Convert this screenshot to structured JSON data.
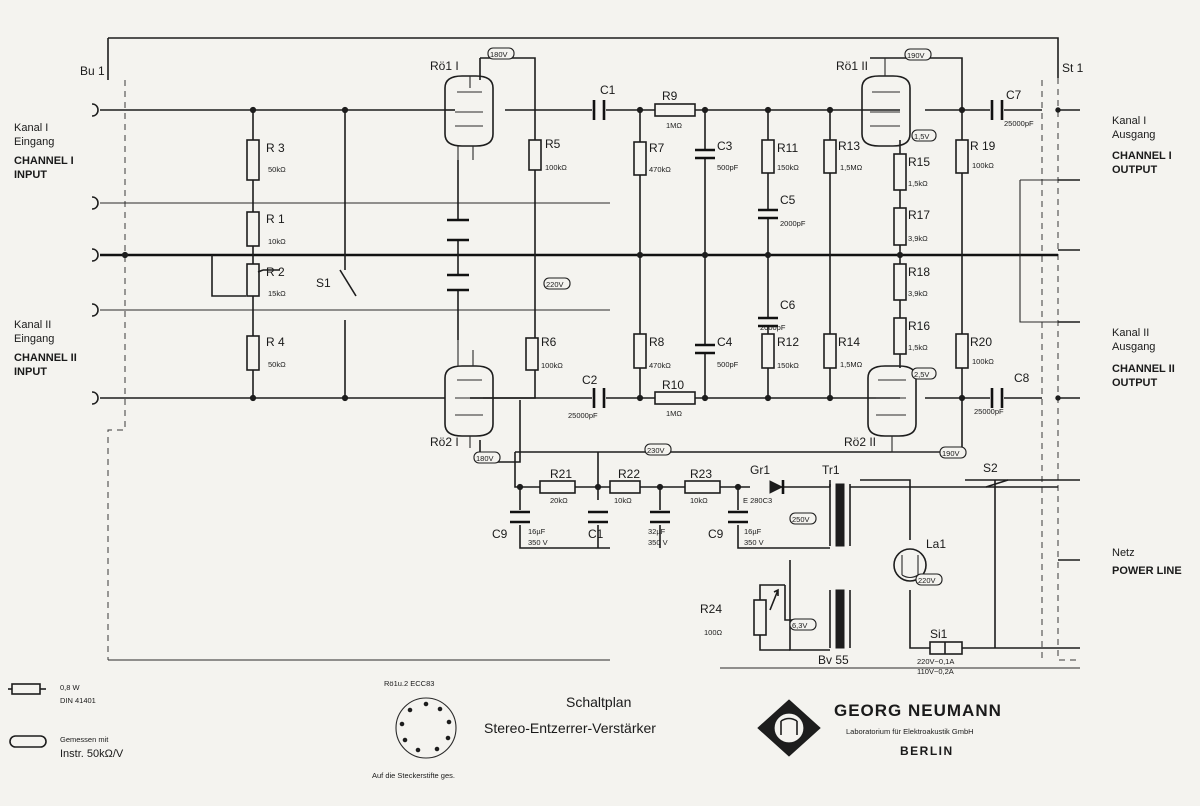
{
  "titles": {
    "schaltplan": "Schaltplan",
    "device": "Stereo-Entzerrer-Verstärker"
  },
  "company": {
    "name": "GEORG NEUMANN",
    "subtitle": "Laboratorium für Elektroakustik GmbH",
    "city": "BERLIN"
  },
  "connectors": {
    "input": "Bu 1",
    "output": "St 1"
  },
  "channels": {
    "ch1_in": [
      "Kanal I",
      "Eingang",
      "CHANNEL I",
      "INPUT"
    ],
    "ch2_in": [
      "Kanal II",
      "Eingang",
      "CHANNEL II",
      "INPUT"
    ],
    "ch1_out": [
      "Kanal I",
      "Ausgang",
      "CHANNEL I",
      "OUTPUT"
    ],
    "ch2_out": [
      "Kanal II",
      "Ausgang",
      "CHANNEL II",
      "OUTPUT"
    ],
    "mains": [
      "Netz",
      "POWER LINE"
    ]
  },
  "tubes": {
    "ro1_1": "Rö1 I",
    "ro1_2": "Rö1 II",
    "ro2_1": "Rö2 I",
    "ro2_2": "Rö2 II",
    "tube_type": "Rö1u.2  ECC83",
    "pin_note": "Auf die Steckerstifte ges."
  },
  "components": {
    "R1": {
      "label": "R 1",
      "value": "10kΩ"
    },
    "R2": {
      "label": "R 2",
      "value": "15kΩ"
    },
    "R3": {
      "label": "R 3",
      "value": "50kΩ"
    },
    "R4": {
      "label": "R 4",
      "value": "50kΩ"
    },
    "R5": {
      "label": "R5",
      "value": "100kΩ"
    },
    "R6": {
      "label": "R6",
      "value": "100kΩ"
    },
    "R7": {
      "label": "R7",
      "value": "470kΩ"
    },
    "R8": {
      "label": "R8",
      "value": "470kΩ"
    },
    "R9": {
      "label": "R9",
      "value": "1MΩ"
    },
    "R10": {
      "label": "R10",
      "value": "1MΩ"
    },
    "R11": {
      "label": "R11",
      "value": "150kΩ"
    },
    "R12": {
      "label": "R12",
      "value": "150kΩ"
    },
    "R13": {
      "label": "R13",
      "value": "1,5MΩ"
    },
    "R14": {
      "label": "R14",
      "value": "1,5MΩ"
    },
    "R15": {
      "label": "R15",
      "value": "1,5kΩ"
    },
    "R16": {
      "label": "R16",
      "value": "1,5kΩ"
    },
    "R17": {
      "label": "R17",
      "value": "3,9kΩ"
    },
    "R18": {
      "label": "R18",
      "value": "3,9kΩ"
    },
    "R19": {
      "label": "R 19",
      "value": "100kΩ"
    },
    "R20": {
      "label": "R20",
      "value": "100kΩ"
    },
    "R21": {
      "label": "R21",
      "value": "20kΩ"
    },
    "R22": {
      "label": "R22",
      "value": "10kΩ"
    },
    "R23": {
      "label": "R23",
      "value": "10kΩ"
    },
    "R24": {
      "label": "R24",
      "value": "100Ω"
    },
    "C1": {
      "label": "C1",
      "value": ""
    },
    "C2": {
      "label": "C2",
      "value": "25000pF"
    },
    "C3": {
      "label": "C3",
      "value": "500pF"
    },
    "C4": {
      "label": "C4",
      "value": "500pF"
    },
    "C5": {
      "label": "C5",
      "value": "2000pF"
    },
    "C6": {
      "label": "C6",
      "value": "2000pF"
    },
    "C7": {
      "label": "C7",
      "value": "25000pF"
    },
    "C8": {
      "label": "C8",
      "value": "25000pF"
    },
    "C9a": {
      "label": "C9",
      "value1": "16µF",
      "value2": "350 V"
    },
    "C10": {
      "value1": "32µF",
      "value2": "350 V"
    },
    "C9b": {
      "label": "C9",
      "value1": "16µF",
      "value2": "350 V"
    },
    "S1": {
      "label": "S1"
    },
    "S2": {
      "label": "S2"
    },
    "Gr1": {
      "label": "Gr1",
      "value": "E 280C3"
    },
    "Tr1": {
      "label": "Tr1",
      "type": "Bv 55"
    },
    "La1": {
      "label": "La1",
      "value": "220V"
    },
    "Si1": {
      "label": "Si1",
      "value1": "220V~0,1A",
      "value2": "110V~0,2A"
    }
  },
  "voltages": {
    "v180a": "180V",
    "v190a": "190V",
    "v220": "220V",
    "v180b": "180V",
    "v230": "230V",
    "v190b": "190V",
    "v250": "250V",
    "v63": "6,3V",
    "v15a": "1,5V",
    "v25b": "2,5V"
  },
  "legend": {
    "resistor": "0,8 W",
    "din": "DIN 41401",
    "measure1": "Gemessen mit",
    "measure2": "Instr. 50kΩ/V"
  }
}
